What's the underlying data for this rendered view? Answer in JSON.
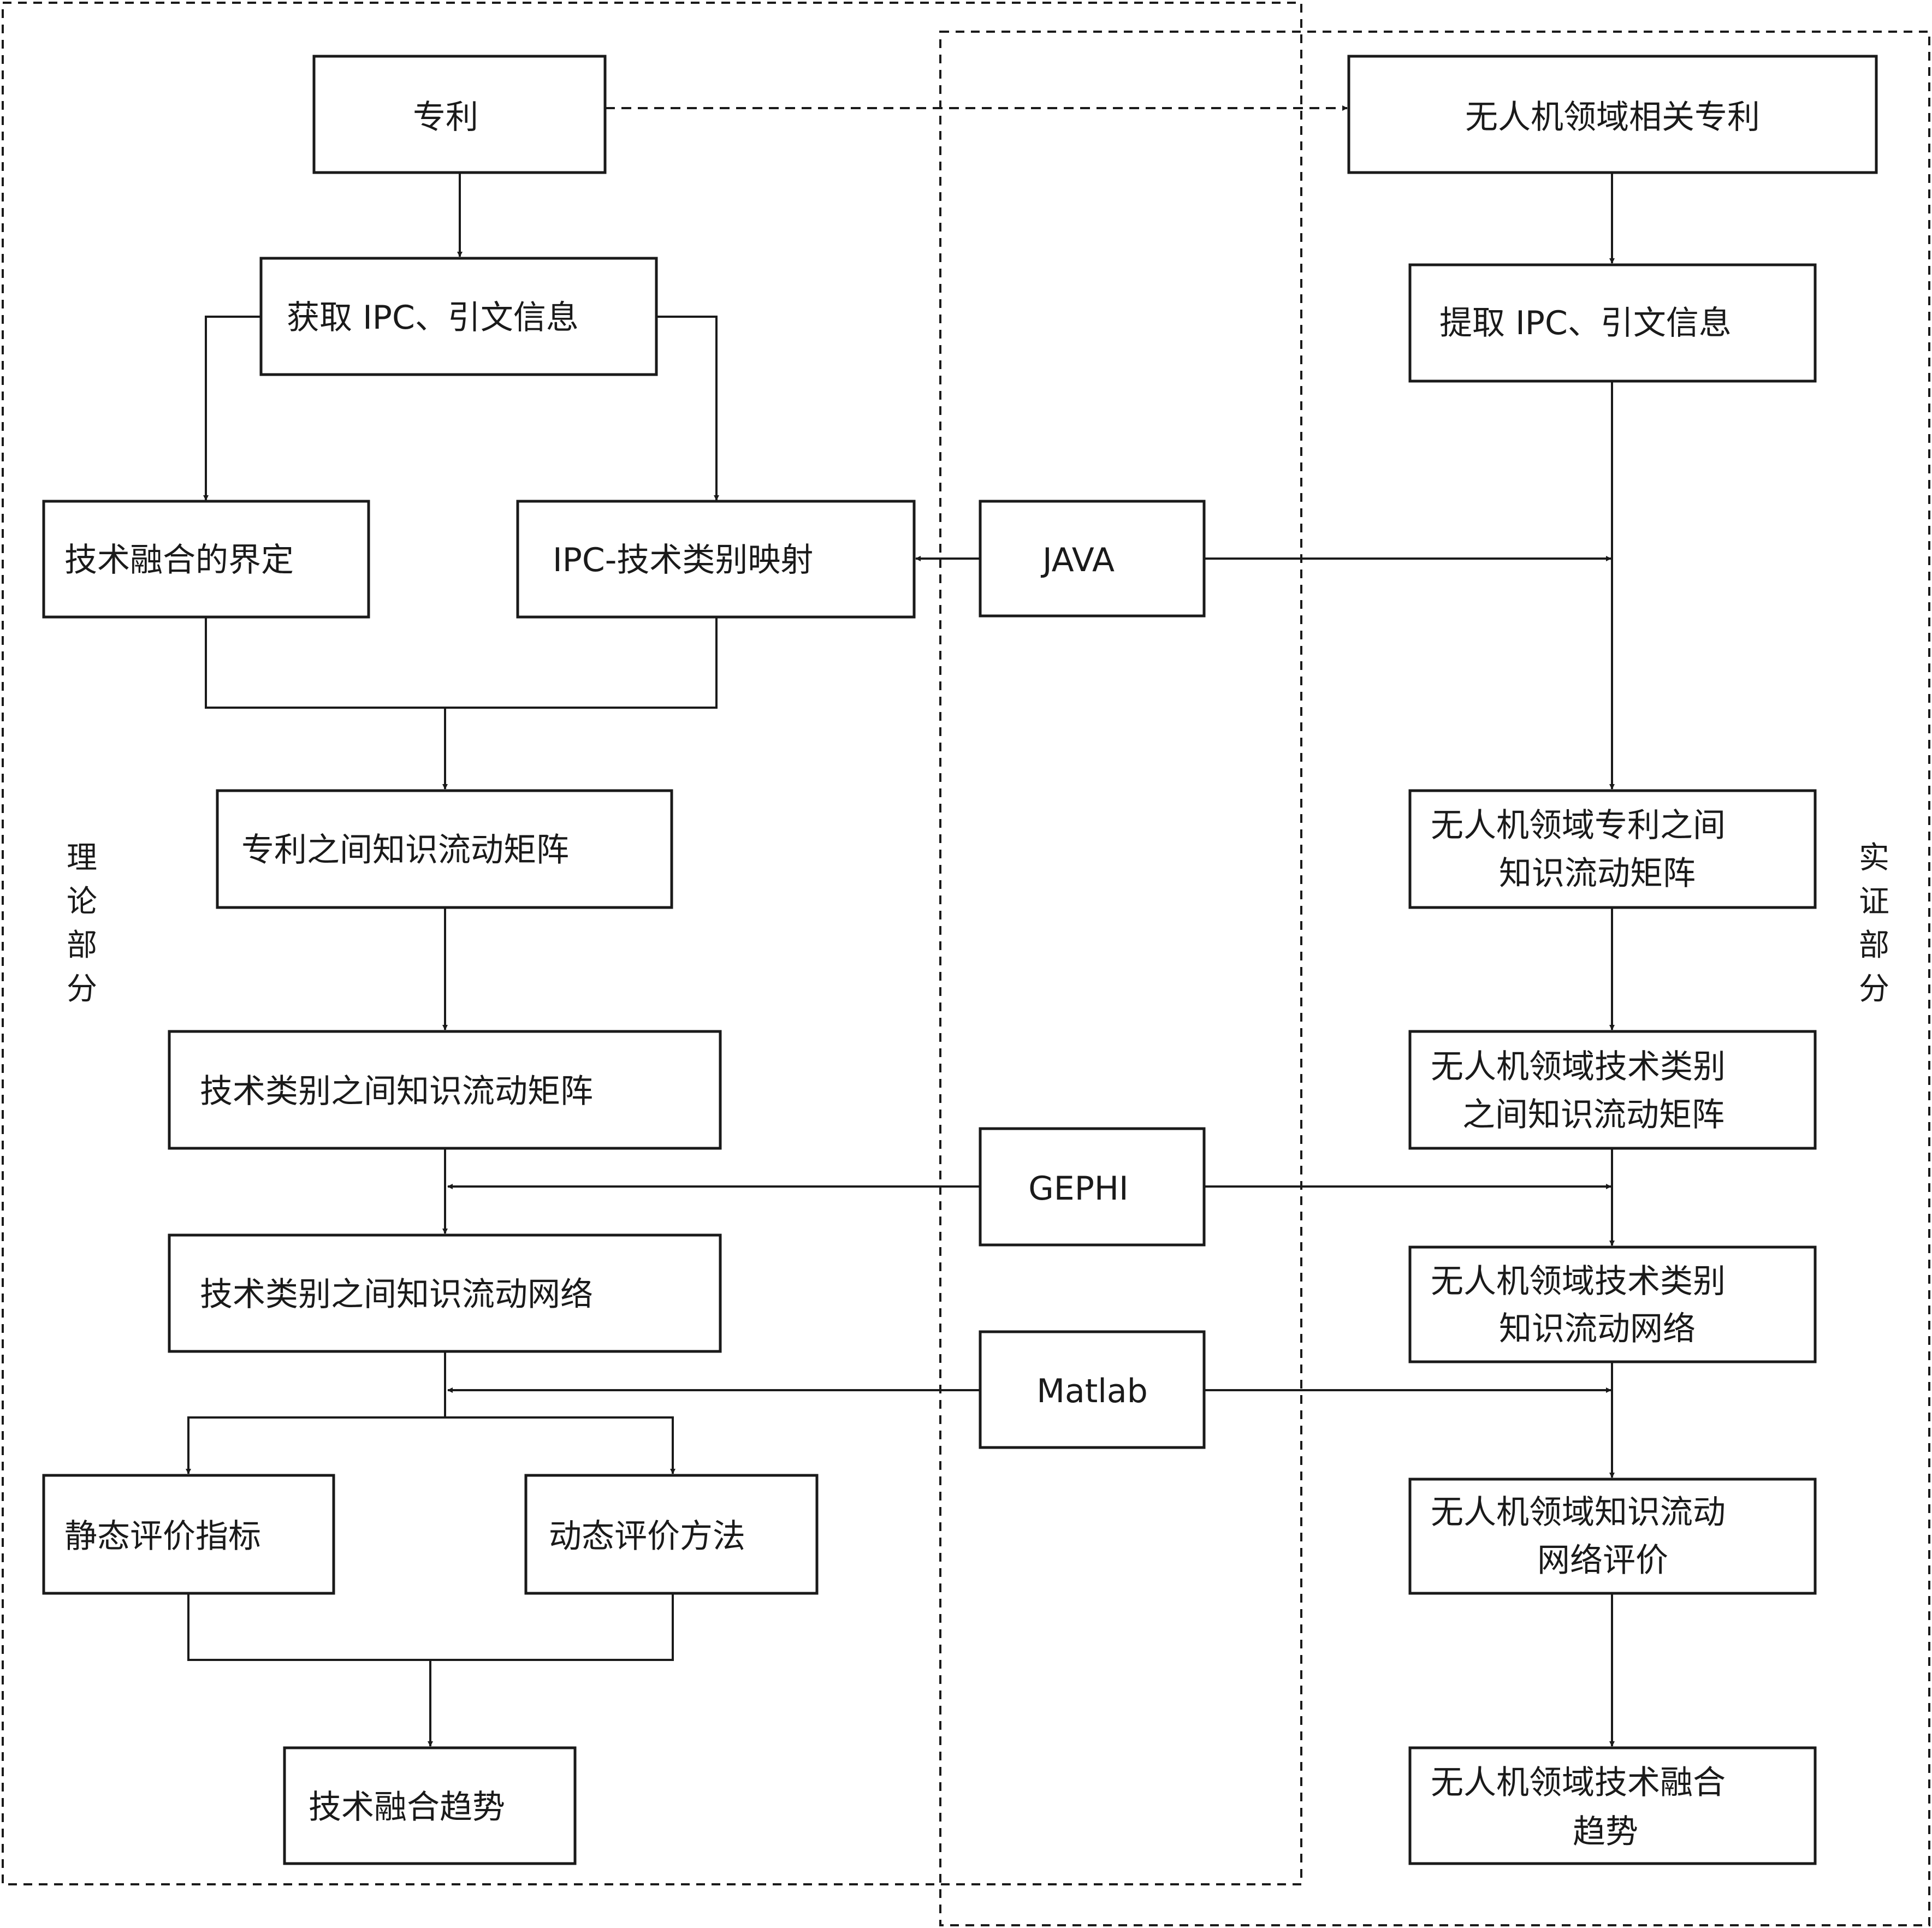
{
  "diagram": {
    "sections": {
      "theory": "理论部分",
      "empirical": "实证部分"
    },
    "theory_nodes": {
      "patent": "专利",
      "acquire_info": "获取 IPC、引文信息",
      "fusion_definition": "技术融合的界定",
      "ipc_mapping": "IPC-技术类别映射",
      "patent_flow_matrix": "专利之间知识流动矩阵",
      "tech_flow_matrix": "技术类别之间知识流动矩阵",
      "tech_flow_network": "技术类别之间知识流动网络",
      "static_eval": "静态评价指标",
      "dynamic_eval": "动态评价方法",
      "fusion_trend": "技术融合趋势"
    },
    "tools": {
      "java": "JAVA",
      "gephi": "GEPHI",
      "matlab": "Matlab"
    },
    "empirical_nodes": {
      "uav_patents": "无人机领域相关专利",
      "extract_info": "提取 IPC、引文信息",
      "uav_patent_matrix": [
        "无人机领域专利之间",
        "知识流动矩阵"
      ],
      "uav_tech_matrix": [
        "无人机领域技术类别",
        "之间知识流动矩阵"
      ],
      "uav_tech_network": [
        "无人机领域技术类别",
        "知识流动网络"
      ],
      "uav_network_eval": [
        "无人机领域知识流动",
        "网络评价"
      ],
      "uav_fusion_trend": [
        "无人机领域技术融合",
        "趋势"
      ]
    }
  }
}
